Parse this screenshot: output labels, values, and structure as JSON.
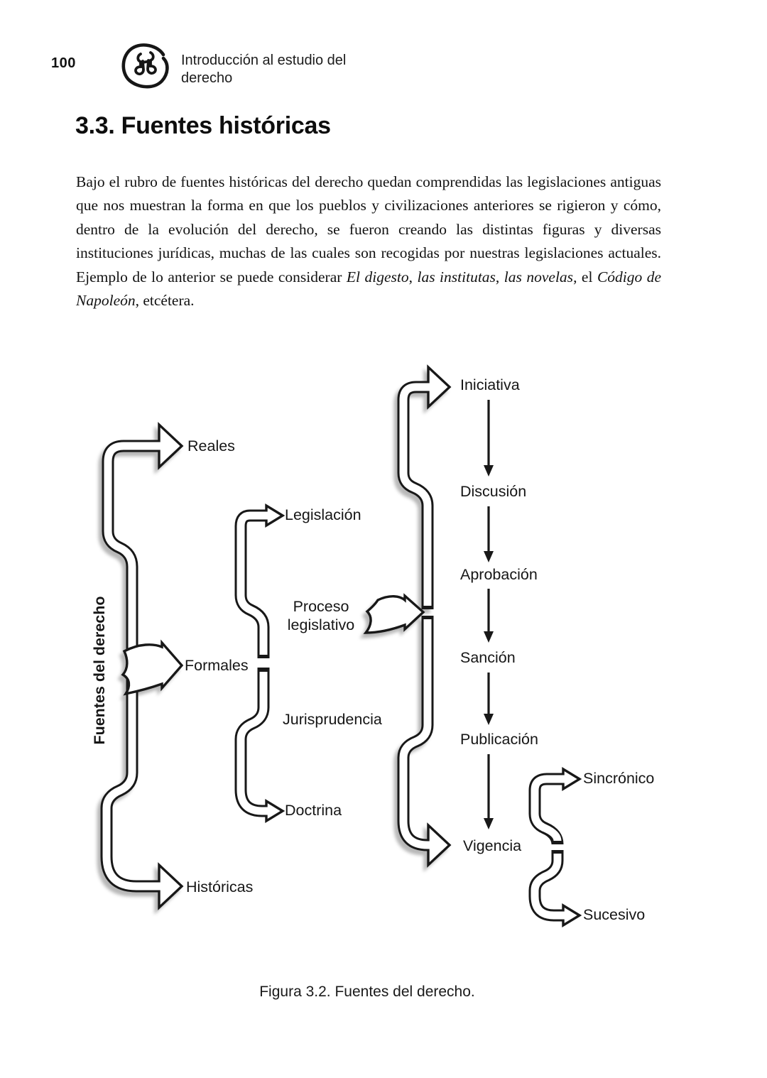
{
  "page": {
    "number": "100",
    "header_line1": "Introducción al estudio del",
    "header_line2": "derecho",
    "section_heading": "3.3. Fuentes históricas",
    "caption": "Figura 3.2. Fuentes del derecho."
  },
  "paragraph": {
    "segments": [
      {
        "text": "Bajo el rubro de fuentes históricas del derecho quedan comprendidas las legislaciones antiguas que nos muestran la forma en que los pueblos y civilizaciones anteriores se rigieron y cómo, dentro de la evolución del derecho, se fueron creando las distintas figuras y diversas instituciones jurídicas, muchas de las cuales son recogidas por nuestras legislaciones actuales. Ejemplo de lo anterior se puede considerar ",
        "italic": false
      },
      {
        "text": "El digesto",
        "italic": true
      },
      {
        "text": ", ",
        "italic": false
      },
      {
        "text": "las institutas",
        "italic": true
      },
      {
        "text": ", ",
        "italic": false
      },
      {
        "text": "las novelas",
        "italic": true
      },
      {
        "text": ", el ",
        "italic": false
      },
      {
        "text": "Código de Napoleón",
        "italic": true
      },
      {
        "text": ", etcétera.",
        "italic": false
      }
    ]
  },
  "diagram": {
    "root_label": "Fuentes del derecho",
    "nodes": {
      "reales": "Reales",
      "formales": "Formales",
      "historicas": "Históricas",
      "legislacion": "Legislación",
      "proceso_line1": "Proceso",
      "proceso_line2": "legislativo",
      "jurisprudencia": "Jurisprudencia",
      "doctrina": "Doctrina",
      "iniciativa": "Iniciativa",
      "discusion": "Discusión",
      "aprobacion": "Aprobación",
      "sancion": "Sanción",
      "publicacion": "Publicación",
      "vigencia": "Vigencia",
      "sincronico": "Sincrónico",
      "sucesivo": "Sucesivo"
    }
  }
}
